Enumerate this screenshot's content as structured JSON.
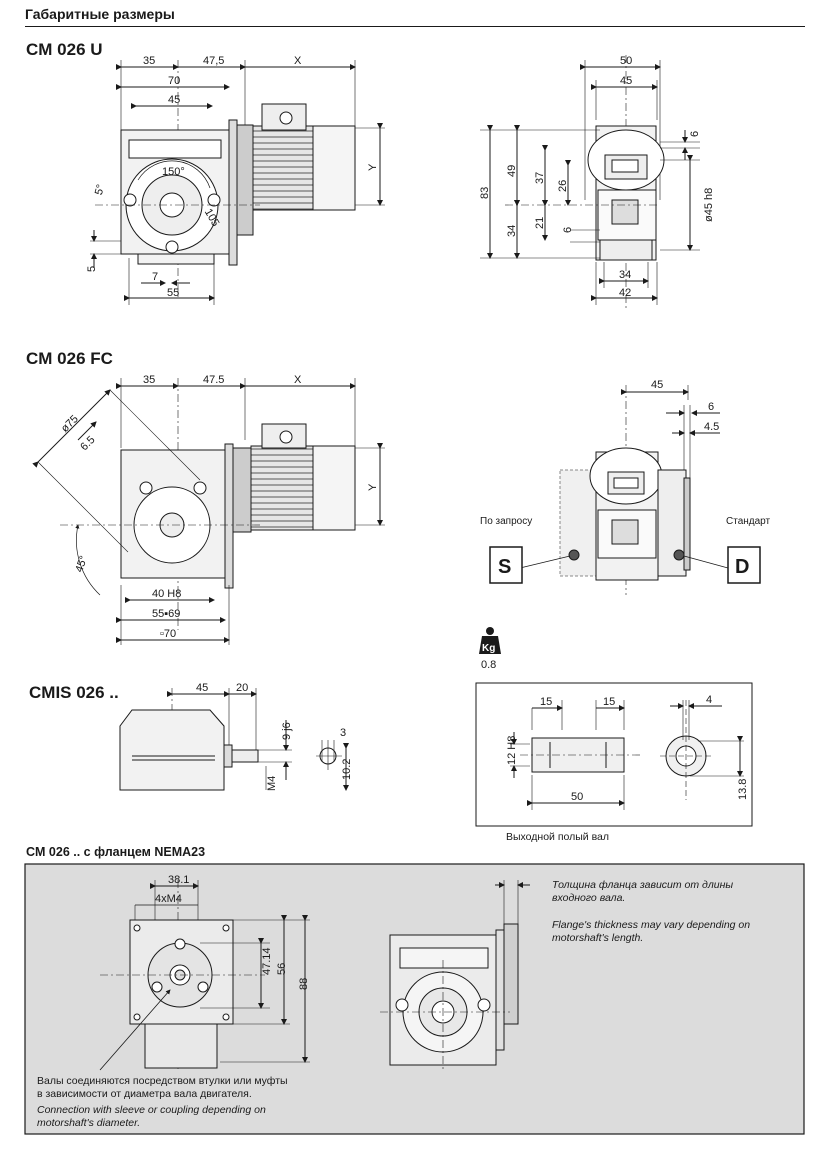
{
  "page": {
    "heading": "Габаритные размеры"
  },
  "section_u": {
    "title": "CM 026 U",
    "dims": {
      "d35": "35",
      "d47_5": "47,5",
      "dX": "X",
      "d70": "70",
      "d45": "45",
      "dY": "Y",
      "d150": "150°",
      "d5deg": "5°",
      "d105": "105",
      "d5": "5",
      "d7": "7",
      "d55": "55"
    },
    "side": {
      "d50": "50",
      "d45": "45",
      "d6": "6",
      "d83": "83",
      "d49": "49",
      "d37": "37",
      "d26": "26",
      "d34": "34",
      "d21": "21",
      "d6b": "6",
      "d45h8": "ø45 h8",
      "d34b": "34",
      "d42": "42"
    }
  },
  "section_fc": {
    "title": "CM 026 FC",
    "dims": {
      "d35": "35",
      "d47_5": "47.5",
      "dX": "X",
      "d75": "ø75",
      "d6_5": "6.5",
      "dY": "Y",
      "d45deg": "45°",
      "d40": "40 H8",
      "d55_69": "55▪69",
      "d70": "▫70"
    },
    "side": {
      "d45": "45",
      "d6": "6",
      "d4_5": "4.5",
      "on_request": "По запросу",
      "standard": "Стандарт",
      "S": "S",
      "D": "D"
    },
    "weight": {
      "unit": "Kg",
      "value": "0.8"
    }
  },
  "section_cmis": {
    "title": "CMIS 026 ..",
    "dims": {
      "d45": "45",
      "d20": "20",
      "d9j6": "9 j6",
      "dM4": "M4",
      "d3": "3",
      "d10_2": "10.2"
    }
  },
  "hollow_shaft": {
    "dims": {
      "d15a": "15",
      "d15b": "15",
      "d4": "4",
      "d12h8": "12 H8",
      "d50": "50",
      "d13_8": "13.8"
    },
    "caption": "Выходной полый вал"
  },
  "nema": {
    "title": "CM 026 .. с фланцем NEMA23",
    "dims": {
      "d38_1": "38.1",
      "d4xM4": "4xM4",
      "d47_14": "47.14",
      "d56": "56",
      "d88": "88"
    },
    "note_ru_1": "Валы соединяются посредством втулки или муфты",
    "note_ru_2": "в зависимости от диаметра вала двигателя.",
    "note_en_1": "Connection with sleeve or coupling depending on",
    "note_en_2": "motorshaft's diameter.",
    "flange_ru_1": "Толщина фланца зависит от длины",
    "flange_ru_2": "входного вала.",
    "flange_en_1": "Flange's thickness may vary depending on",
    "flange_en_2": "motorshaft's length."
  }
}
